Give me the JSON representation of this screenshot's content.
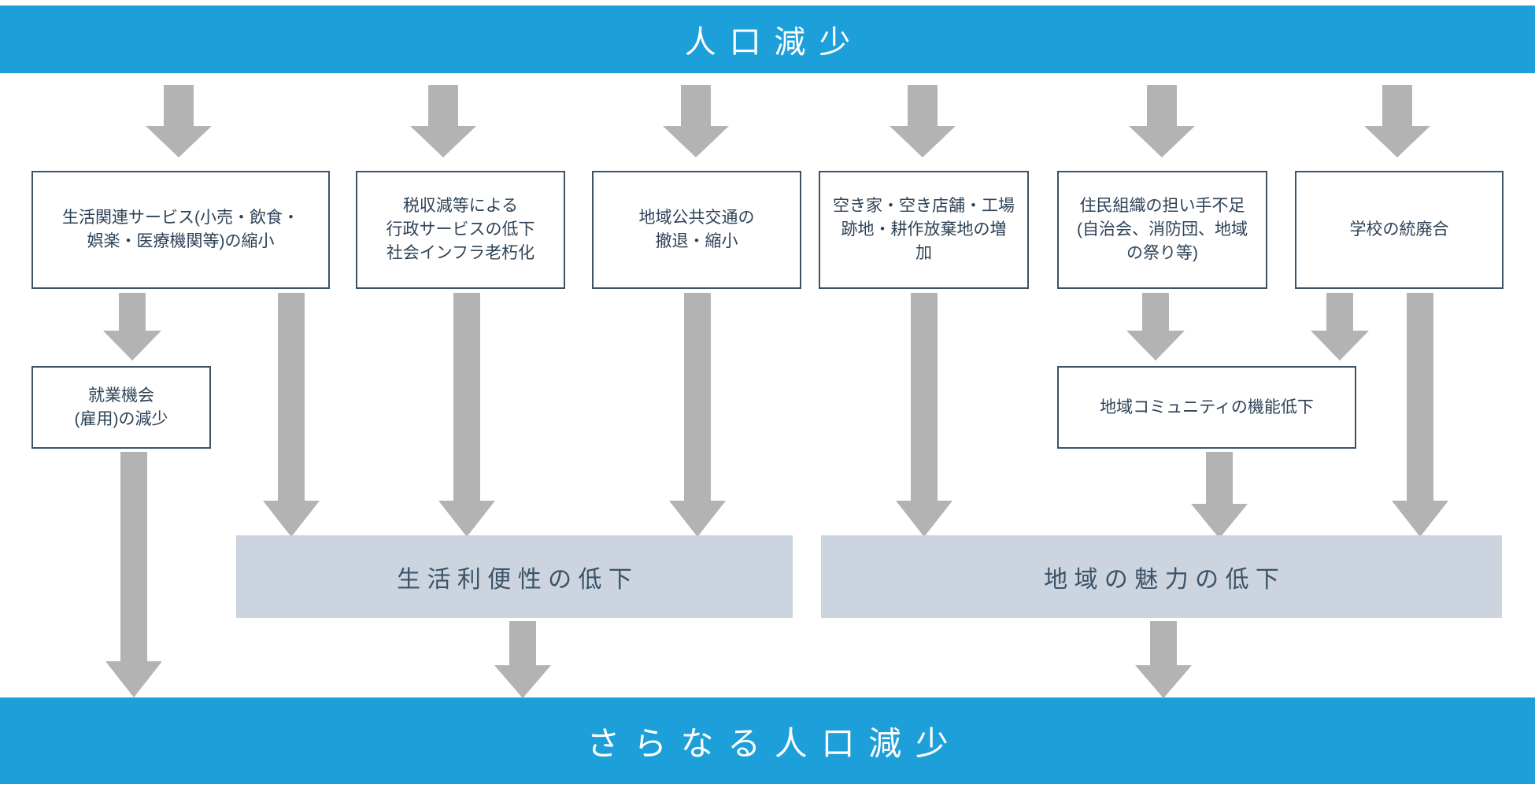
{
  "diagram": {
    "title_top": "人口減少",
    "title_bottom": "さらなる人口減少",
    "colors": {
      "banner": "#1d9fd9",
      "box_border": "#3c5368",
      "box_text": "#2e4257",
      "summary_bar": "#ccd5df",
      "arrow": "#b3b3b3",
      "background": "#ffffff"
    },
    "level1_boxes": [
      {
        "id": "living-services",
        "text": "生活関連サービス(小売・飲食・\n娯楽・医療機関等)の縮小"
      },
      {
        "id": "admin-services",
        "text": "税収減等による\n行政サービスの低下\n社会インフラ老朽化"
      },
      {
        "id": "public-transport",
        "text": "地域公共交通の\n撤退・縮小"
      },
      {
        "id": "vacant-property",
        "text": "空き家・空き店舗・工場\n跡地・耕作放棄地の増\n加"
      },
      {
        "id": "resident-orgs",
        "text": "住民組織の担い手不足\n(自治会、消防団、地域\nの祭り等)"
      },
      {
        "id": "school-merger",
        "text": "学校の統廃合"
      }
    ],
    "level2_boxes": [
      {
        "id": "employment",
        "text": "就業機会\n(雇用)の減少"
      },
      {
        "id": "community-function",
        "text": "地域コミュニティの機能低下"
      }
    ],
    "summary_bars": [
      {
        "id": "convenience-decline",
        "text": "生活利便性の低下"
      },
      {
        "id": "attractiveness-decline",
        "text": "地域の魅力の低下"
      }
    ],
    "arrows": {
      "icon": "arrow-down-icon",
      "count": 17
    }
  }
}
